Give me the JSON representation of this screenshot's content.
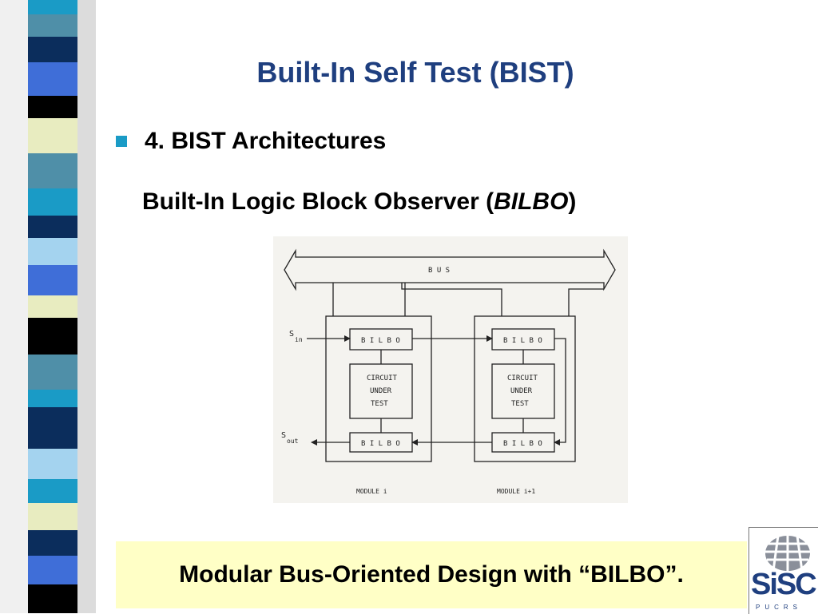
{
  "slide": {
    "title": "Built-In Self Test (BIST)",
    "bullet": "4. BIST Architectures",
    "subheading_before": "Built-In Logic Block Observer (",
    "subheading_italic": "BILBO",
    "subheading_after": ")",
    "caption": "Modular Bus-Oriented Design with “BILBO”."
  },
  "figure": {
    "bus_label": "B U S",
    "sin_main": "S",
    "sin_sub": "in",
    "sout_main": "S",
    "sout_sub": "out",
    "bilbo_label": "B I L B O",
    "cut_line1": "CIRCUIT",
    "cut_line2": "UNDER",
    "cut_line3": "TEST",
    "module_i": "MODULE  i",
    "module_i1": "MODULE  i+1"
  },
  "logo": {
    "name": "SiSC",
    "org": "PUCRS",
    "icon": "globe-grid-icon"
  },
  "colors": {
    "title": "#1f3f7f",
    "bullet": "#1a9bc6",
    "caption_bg": "#ffffc6",
    "stripes": [
      "#1a9bc6",
      "#4f8fa8",
      "#0b2d5c",
      "#3f6ed8",
      "#000000",
      "#e8ecc0",
      "#a4d3ef"
    ]
  }
}
